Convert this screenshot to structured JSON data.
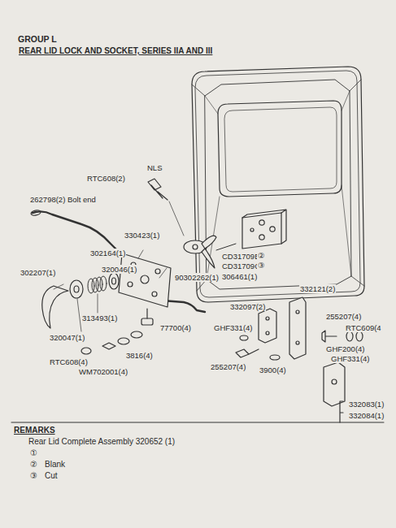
{
  "diagram": {
    "title": "GROUP L",
    "labels": [
      "REAR LID LOCK AND SOCKET, SERIES IIA AND III",
      "NLS",
      "RTC608(2)",
      "262798(2) Bolt end",
      "330423(1)",
      "302164(1)",
      "302207(1)",
      "320046(1)",
      "90302262(1)",
      "CD31709B",
      "②",
      "CD31709C",
      "③",
      "306461(1)",
      "313493(1)",
      "320047(1)",
      "332121(2)",
      "332097(2)",
      "255207(4)",
      "RTC609(4",
      "GHF200(4)",
      "GHF331(4)",
      "GHF331(4)",
      "255207(4)",
      "3900(4)",
      "77700(4)",
      "3816(4)",
      "WM702001(4)",
      "RTC608(4)",
      "332083(1)",
      "332084(1)",
      "REMARKS",
      "Rear Lid Complete Assembly 320652 (1)",
      "①",
      "②",
      "Blank",
      "③",
      "Cut"
    ]
  }
}
